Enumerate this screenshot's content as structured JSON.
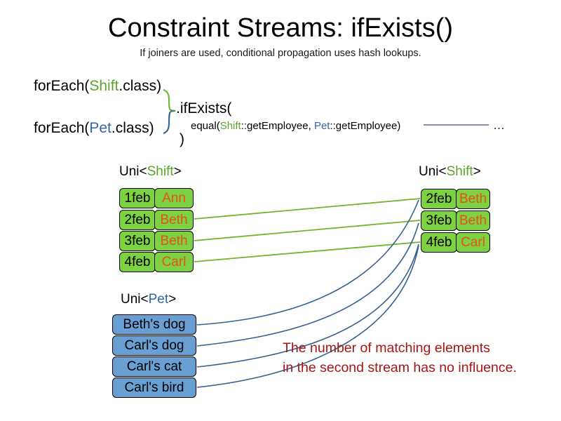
{
  "header": {
    "title": "Constraint Streams: ifExists()",
    "subtitle": "If joiners are used, conditional propagation uses hash lookups."
  },
  "code": {
    "foreach_shift_prefix": "forEach(",
    "foreach_shift_type": "Shift",
    "foreach_shift_suffix": ".class)",
    "foreach_pet_prefix": "forEach(",
    "foreach_pet_type": "Pet",
    "foreach_pet_suffix": ".class)",
    "if_exists": ".ifExists(",
    "equal_prefix": "equal(",
    "equal_shift_type": "Shift",
    "equal_shift_method": "::getEmployee, ",
    "equal_pet_type": "Pet",
    "equal_pet_method": "::getEmployee)",
    "close_paren": ")",
    "ellipsis": "…"
  },
  "streams": {
    "left_shift": {
      "label_prefix": "Uni<",
      "label_type": "Shift",
      "label_suffix": ">",
      "rows": [
        {
          "date": "1feb",
          "name": "Ann"
        },
        {
          "date": "2feb",
          "name": "Beth"
        },
        {
          "date": "3feb",
          "name": "Beth"
        },
        {
          "date": "4feb",
          "name": "Carl"
        }
      ]
    },
    "right_shift": {
      "label_prefix": "Uni<",
      "label_type": "Shift",
      "label_suffix": ">",
      "rows": [
        {
          "date": "2feb",
          "name": "Beth"
        },
        {
          "date": "3feb",
          "name": "Beth"
        },
        {
          "date": "4feb",
          "name": "Carl"
        }
      ]
    },
    "pet": {
      "label_prefix": "Uni<",
      "label_type": "Pet",
      "label_suffix": ">",
      "rows": [
        {
          "name": "Beth's dog"
        },
        {
          "name": "Carl's dog"
        },
        {
          "name": "Carl's cat"
        },
        {
          "name": "Carl's bird"
        }
      ]
    }
  },
  "annotation": {
    "line1": "The number of matching elements",
    "line2": "in the second stream has no influence."
  },
  "colors": {
    "shift_green": "#5CA32E",
    "pet_blue": "#3465A4",
    "box_green_fill": "#7CD241",
    "box_blue_fill": "#6A9FD4",
    "name_orange": "#E8501A",
    "annotation_red": "#A51616",
    "wire_green": "#6FB62C",
    "wire_blue": "#36628F",
    "connector_line": "#8C7AA0"
  }
}
